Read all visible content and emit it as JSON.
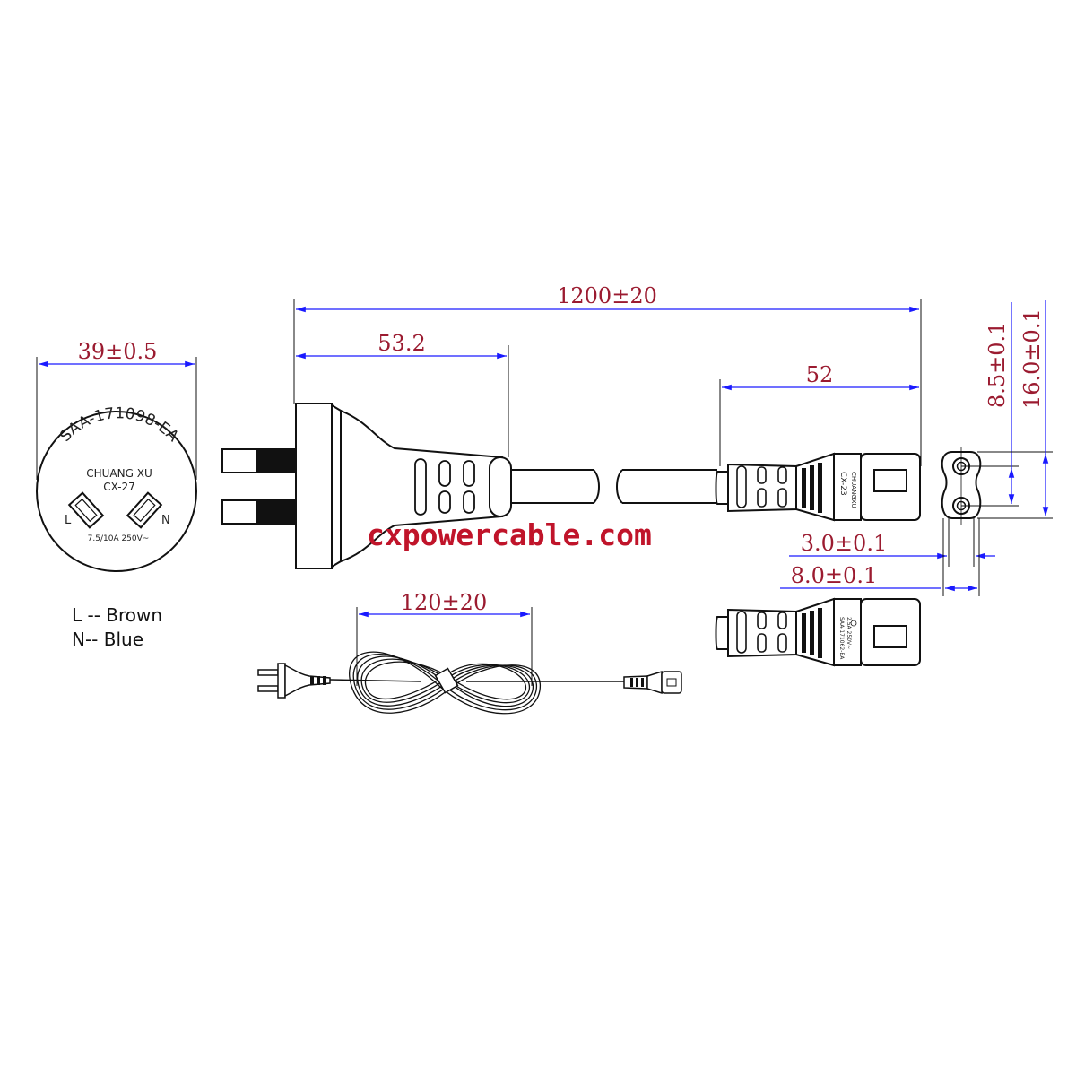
{
  "dimensions": {
    "face_width": "39±0.5",
    "total_length": "1200±20",
    "plug_length": "53.2",
    "connector_length": "52",
    "pin_spacing_inner": "8.5±0.1",
    "pin_spacing_outer": "16.0±0.1",
    "pin_diameter": "3.0±0.1",
    "connector_width": "8.0±0.1",
    "coil_length": "120±20"
  },
  "plug_face": {
    "certification": "SAA-171098-EA",
    "brand": "CHUANG XU",
    "model": "CX-27",
    "rating": "7.5/10A 250V~",
    "pin_left": "L",
    "pin_right": "N"
  },
  "connector": {
    "model": "CX-23",
    "brand": "CHUANGXU",
    "back_text_1": "SAA-171062-EA",
    "back_text_2": "2.5A 250V~"
  },
  "watermark": "cxpowercable.com",
  "legend": {
    "line": "L -- Brown",
    "neutral": "N-- Blue"
  },
  "colors": {
    "dimension_line": "#1a1aff",
    "dimension_text": "#9b1b30",
    "watermark": "#c0142a",
    "outline": "#111111"
  }
}
